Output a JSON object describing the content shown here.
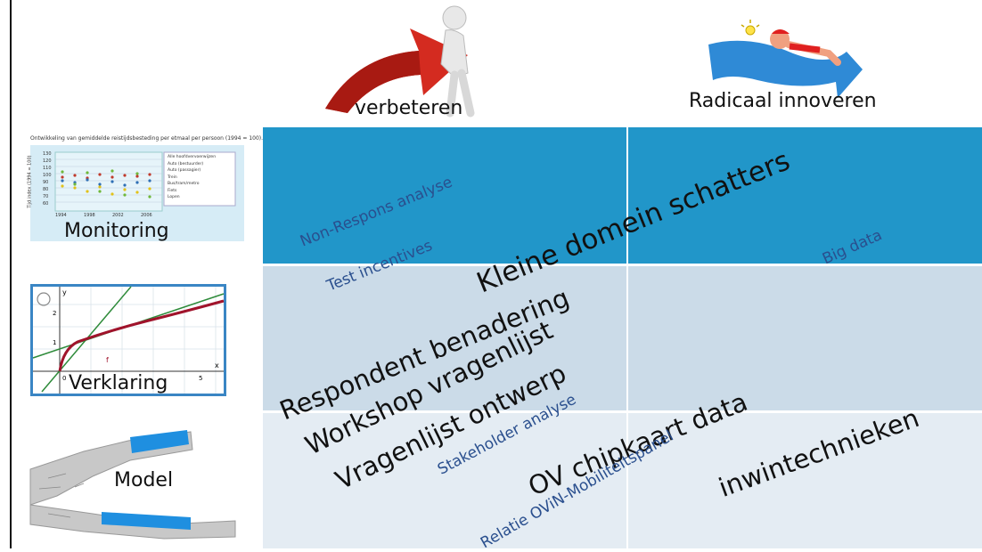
{
  "columns": {
    "col1_label": "verbeteren",
    "col2_label": "Radicaal innoveren"
  },
  "rows": {
    "monitoring": {
      "label": "Monitoring",
      "chart_title": "Ontwikkeling van gemiddelde reistijdsbesteding per etmaal per persoon (1994 = 100).",
      "y_axis_label": "Tijd index (1994 = 100)",
      "y_ticks": [
        "130",
        "120",
        "110",
        "100",
        "90",
        "80",
        "70",
        "60"
      ],
      "x_ticks": [
        "1994",
        "1998",
        "2002",
        "2006"
      ],
      "legend": [
        "Alle hoofdvervoerwijzen",
        "Auto (bestuurder)",
        "Auto (passagier)",
        "Trein",
        "Bus/tram/metro",
        "Fiets",
        "Lopen"
      ]
    },
    "verklaring": {
      "label": "Verklaring",
      "y": "y",
      "x": "x",
      "tick_1": "1",
      "tick_2": "2",
      "tick_0": "0",
      "tick_5": "5",
      "curve": "f"
    },
    "model": {
      "label": "Model"
    }
  },
  "cloud": {
    "kleine": "Kleine domein schatters",
    "nonrespons": "Non-Respons analyse",
    "incentives": "Test incentives",
    "bigdata": "Big data",
    "respondent": "Respondent benadering",
    "workshop": "Workshop vragenlijst",
    "ontwerp": "Vragenlijst ontwerp",
    "stakeholder": "Stakeholder analyse",
    "ovchip": "OV chipkaart data",
    "relatie": "Relatie OViN-Mobiliteitspanel",
    "inwin": "inwintechnieken"
  },
  "colors": {
    "row1": "#2196c9",
    "row2": "#cbdbe8",
    "row3": "#e4ecf3",
    "thumb_border": "#3a86c4",
    "small_text": "#2a4f8e"
  }
}
